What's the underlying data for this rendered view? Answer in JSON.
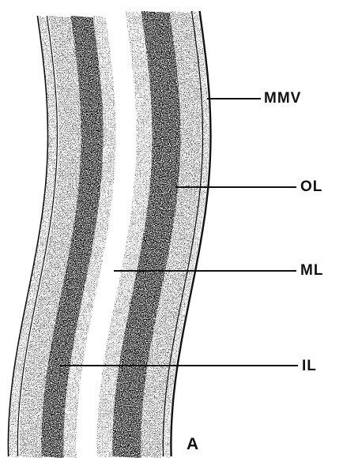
{
  "figure": {
    "panel_letter": "A",
    "labels": [
      {
        "id": "mmv",
        "text": "MMV"
      },
      {
        "id": "ol",
        "text": "OL"
      },
      {
        "id": "ml",
        "text": "ML"
      },
      {
        "id": "il",
        "text": "IL"
      }
    ]
  },
  "colors": {
    "ink": "#111111",
    "background": "#ffffff"
  }
}
